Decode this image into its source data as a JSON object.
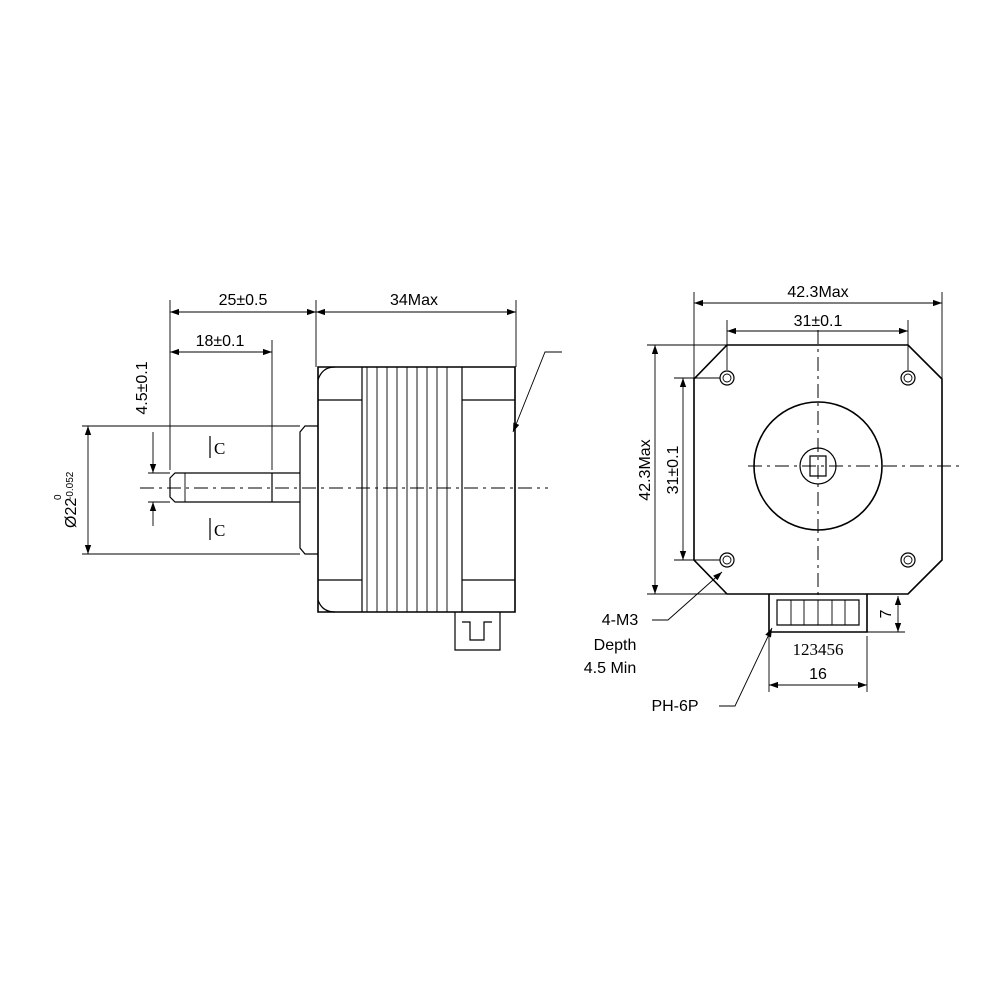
{
  "side_view": {
    "dim_shaft_length": "25±0.5",
    "dim_flat_length": "18±0.1",
    "dim_body_length": "34Max",
    "dim_flat_depth": "4.5±0.1",
    "dim_boss_diameter_main": "Ø22",
    "dim_boss_tol_upper": "0",
    "dim_boss_tol_lower": "-0.052",
    "section_mark_top": "C",
    "section_mark_bottom": "C"
  },
  "front_view": {
    "dim_width_max": "42.3Max",
    "dim_hole_spacing_h": "31±0.1",
    "dim_height_max": "42.3Max",
    "dim_hole_spacing_v": "31±0.1",
    "dim_connector_height": "7",
    "dim_connector_width": "16",
    "connector_pins": "123456",
    "callout_mount_line1": "4-M3",
    "callout_mount_line2": "Depth",
    "callout_mount_line3": "4.5 Min",
    "callout_connector": "PH-6P"
  }
}
